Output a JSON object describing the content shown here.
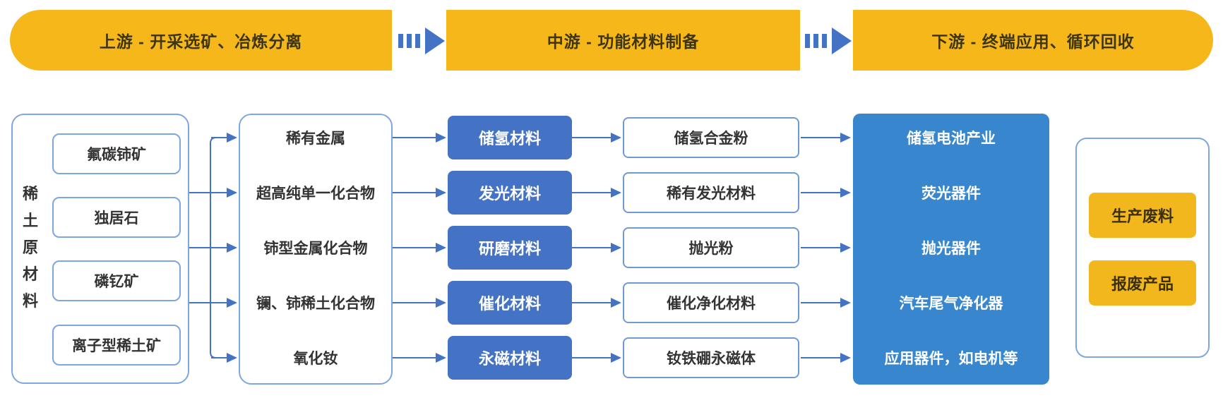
{
  "header": {
    "stages": [
      "上游 - 开采选矿、冶炼分离",
      "中游 - 功能材料制备",
      "下游 - 终端应用、循环回收"
    ]
  },
  "upstream": {
    "group_label": "稀土原材料",
    "ores": [
      "氟碳铈矿",
      "独居石",
      "磷钇矿",
      "离子型稀土矿"
    ],
    "separated_products": [
      "稀有金属",
      "超高纯单一化合物",
      "铈型金属化合物",
      "镧、铈稀土化合物",
      "氧化钕"
    ]
  },
  "midstream": {
    "functional_materials": [
      "储氢材料",
      "发光材料",
      "研磨材料",
      "催化材料",
      "永磁材料"
    ],
    "intermediate_products": [
      "储氢合金粉",
      "稀有发光材料",
      "抛光粉",
      "催化净化材料",
      "钕铁硼永磁体"
    ]
  },
  "downstream": {
    "applications": [
      "储氢电池产业",
      "荧光器件",
      "抛光器件",
      "汽车尾气净化器",
      "应用器件，如电机等"
    ]
  },
  "recycling": {
    "items": [
      "生产废料",
      "报废产品"
    ]
  },
  "colors": {
    "gold": "#F6B71B",
    "material_blue": "#4472C4",
    "application_blue": "#3886CE",
    "light_border_blue": "#7EA6E0",
    "connector_blue": "#4472C4",
    "dark_text": "#333333",
    "pill_text": "#3E3513"
  }
}
